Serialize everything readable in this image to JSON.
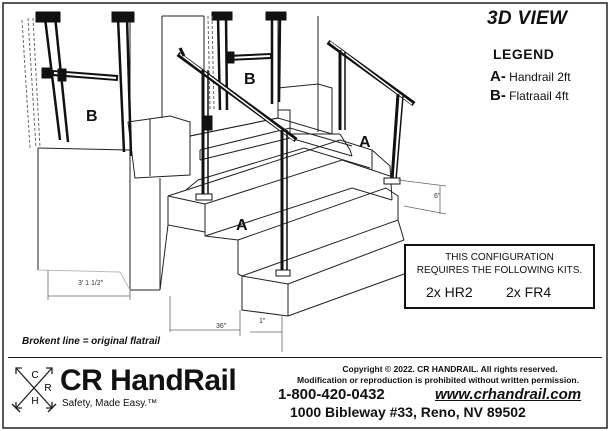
{
  "view_title": "3D VIEW",
  "legend": {
    "title": "LEGEND",
    "items": [
      {
        "letter": "A-",
        "text": "Handrail 2ft"
      },
      {
        "letter": "B-",
        "text": "Flatraail 4ft"
      }
    ]
  },
  "diagram_labels": {
    "b_left": "B",
    "b_mid": "B",
    "a_right": "A",
    "a_front": "A"
  },
  "dimensions": {
    "width": "3' 1 1/2\"",
    "depth": "36\"",
    "overhang": "1\"",
    "rise": "6\""
  },
  "config": {
    "line1": "THIS CONFIGURATION",
    "line2": "REQUIRES THE FOLLOWING KITS.",
    "kits": [
      "2x HR2",
      "2x FR4"
    ]
  },
  "note": "Brokent line = original flatrail",
  "footer": {
    "brand": "CR HandRail",
    "tagline": "Safety, Made Easy.™",
    "logo_letters": [
      "C",
      "R",
      "H"
    ],
    "copyright": "Copyright © 2022. CR HANDRAIL. All rights reserved.",
    "restriction": "Modification or reproduction is prohibited without written permission.",
    "phone": "1-800-420-0432",
    "website": "www.crhandrail.com",
    "address": "1000 Bibleway #33, Reno, NV 89502"
  },
  "colors": {
    "line": "#222222",
    "faint": "#bbbbbb",
    "rail_dark": "#111111"
  }
}
